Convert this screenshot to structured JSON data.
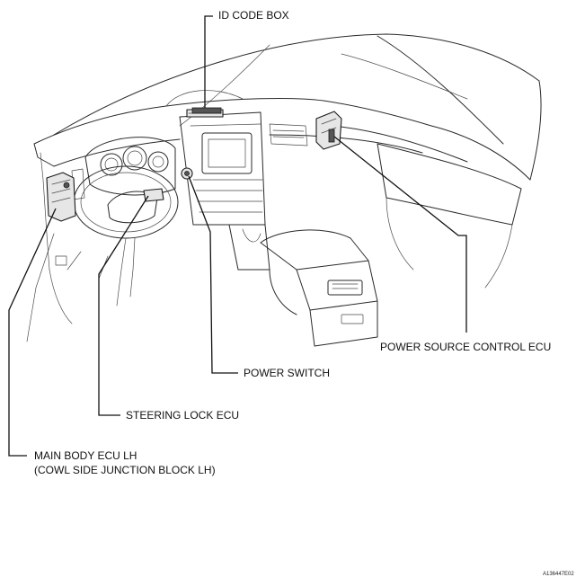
{
  "labels": {
    "id_code_box": "ID CODE BOX",
    "power_source_control_ecu": "POWER SOURCE CONTROL ECU",
    "power_switch": "POWER SWITCH",
    "steering_lock_ecu": "STEERING LOCK ECU",
    "main_body_ecu_line1": "MAIN BODY ECU LH",
    "main_body_ecu_line2": "(COWL SIDE JUNCTION BLOCK LH)"
  },
  "figure_code": "A136447E02"
}
